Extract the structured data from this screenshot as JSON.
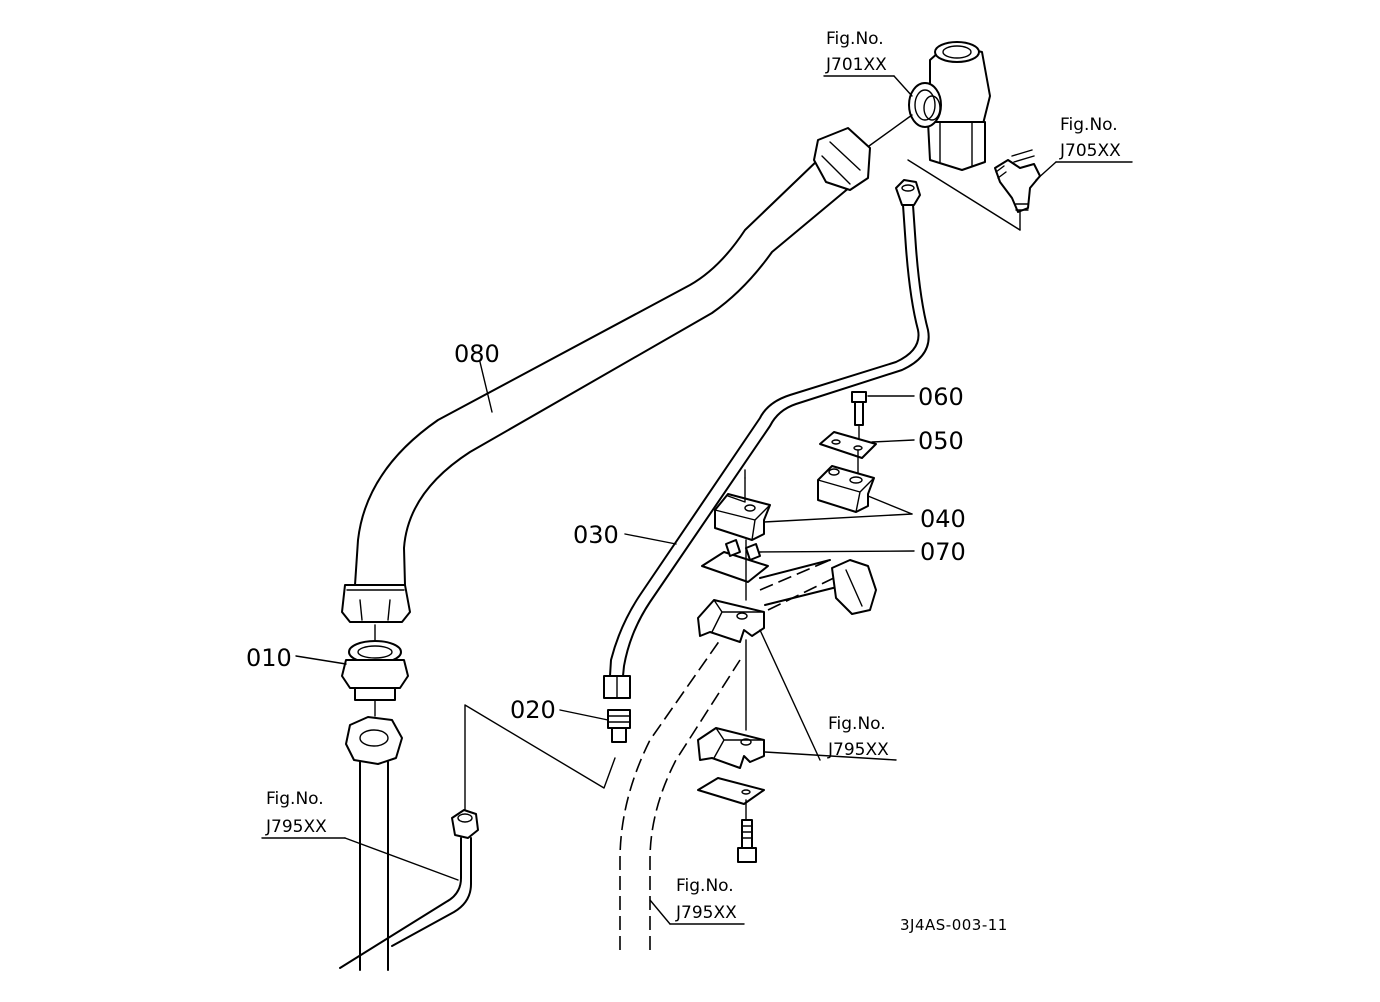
{
  "diagram": {
    "parts": {
      "p010": "010",
      "p020": "020",
      "p030": "030",
      "p040": "040",
      "p050": "050",
      "p060": "060",
      "p070": "070",
      "p080": "080"
    },
    "figure_refs": {
      "ref_j701": {
        "caption": "Fig.No.",
        "number": "J701XX"
      },
      "ref_j705": {
        "caption": "Fig.No.",
        "number": "J705XX"
      },
      "ref_j795_left": {
        "caption": "Fig.No.",
        "number": "J795XX"
      },
      "ref_j795_center": {
        "caption": "Fig.No.",
        "number": "J795XX"
      },
      "ref_j795_right": {
        "caption": "Fig.No.",
        "number": "J795XX"
      }
    },
    "drawing_code": "3J4AS-003-11"
  }
}
